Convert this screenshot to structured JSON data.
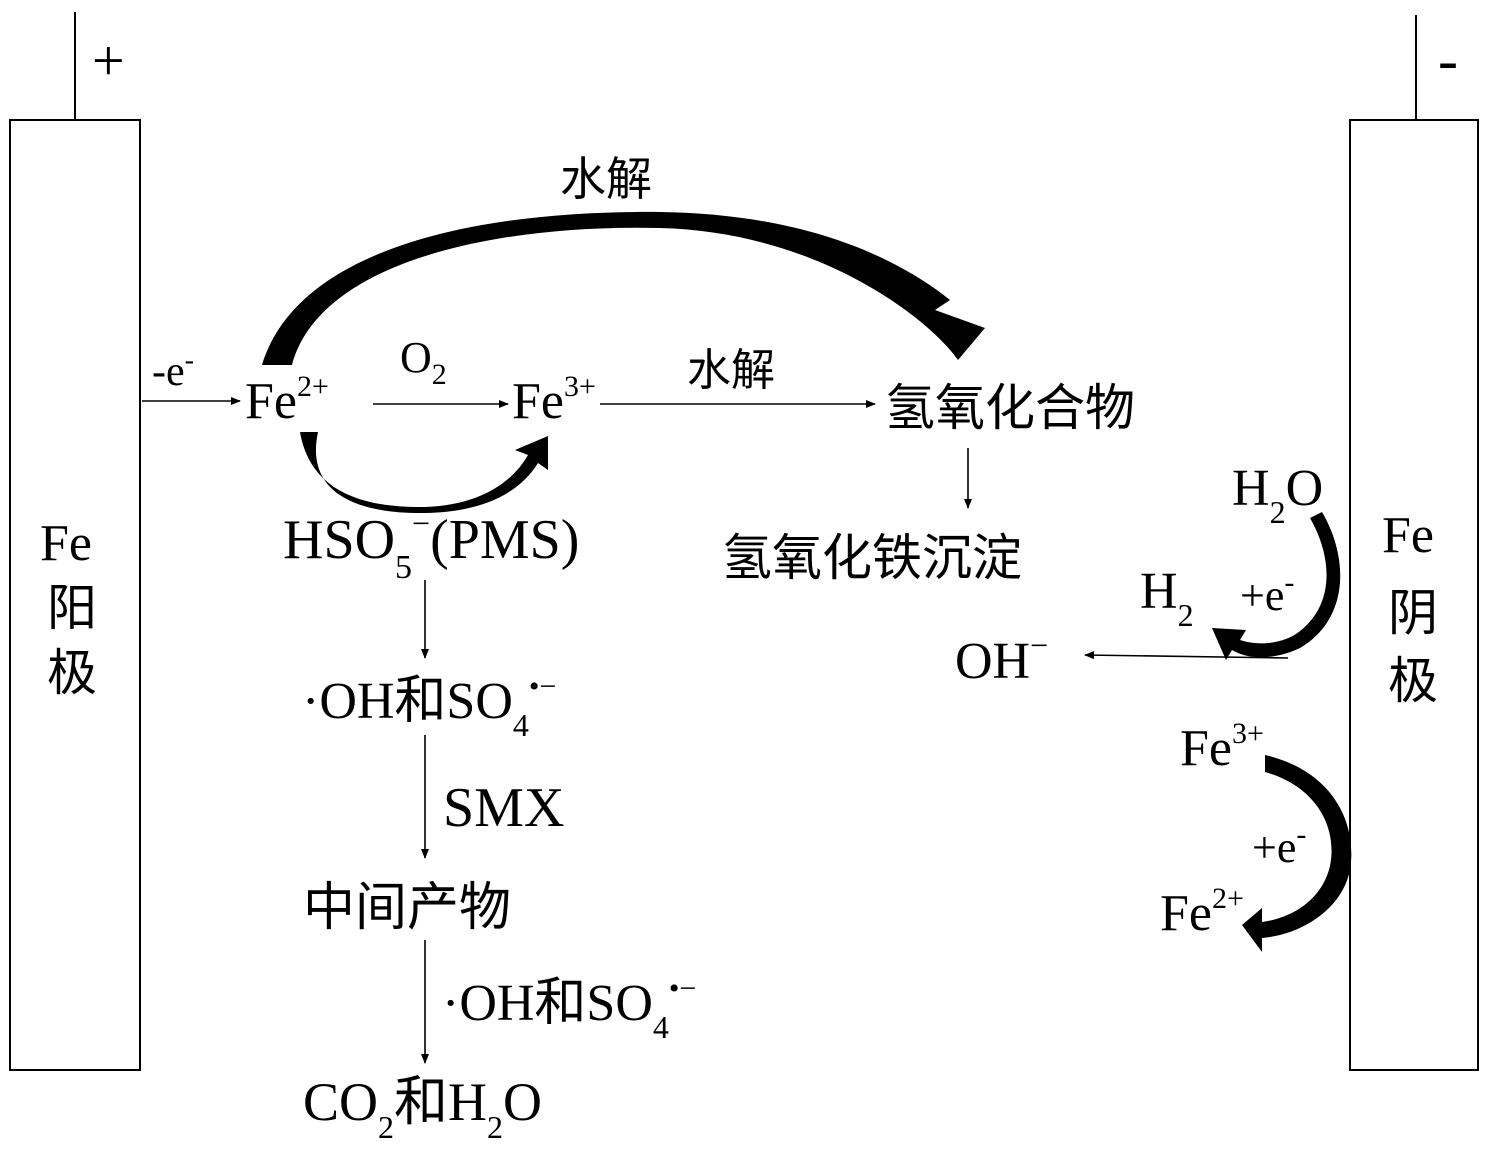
{
  "anode": {
    "terminal_sign": "+",
    "label_line1": "Fe",
    "label_line2": "阳",
    "label_line3": "极"
  },
  "cathode": {
    "terminal_sign": "-",
    "label_line1": "Fe",
    "label_line2": "阴",
    "label_line3": "极"
  },
  "anode_process": {
    "electron_loss": "-e",
    "electron_sup": "-",
    "fe2": "Fe",
    "fe2_charge": "2+",
    "o2": "O",
    "o2_sub": "2",
    "fe3": "Fe",
    "fe3_charge": "3+",
    "hydrolysis_top": "水解",
    "hydrolysis_mid": "水解",
    "hydroxide": "氢氧化合物",
    "precipitate": "氢氧化铁沉淀"
  },
  "pms_chain": {
    "pms_a": "HSO",
    "pms_sub": "5",
    "pms_sup": "−",
    "pms_b": "(PMS)",
    "radicals1_dot": "·",
    "radicals1_a": "OH和SO",
    "radicals1_sub": "4",
    "radicals1_sup": "•−",
    "smx": "SMX",
    "intermediate": "中间产物",
    "radicals2_dot": "·",
    "radicals2_a": "OH和SO",
    "radicals2_sub": "4",
    "radicals2_sup": "•−",
    "final_co": "CO",
    "final_co_sub": "2",
    "final_mid": "和H",
    "final_h_sub": "2",
    "final_o": "O"
  },
  "cathode_process": {
    "h2o": "H",
    "h2o_sub": "2",
    "h2o_o": "O",
    "h2": "H",
    "h2_sub": "2",
    "plus_e1": "+e",
    "plus_e1_sup": "-",
    "oh": "OH",
    "oh_sup": "−",
    "fe3": "Fe",
    "fe3_charge": "3+",
    "plus_e2": "+e",
    "plus_e2_sup": "-",
    "fe2": "Fe",
    "fe2_charge": "2+"
  }
}
